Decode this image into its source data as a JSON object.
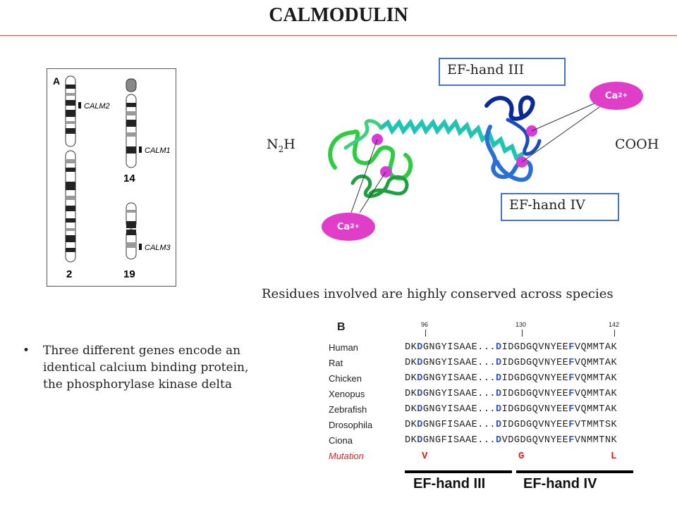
{
  "title": "CALMODULIN",
  "ideogram": {
    "panel_label": "A",
    "genes": [
      "CALM2",
      "CALM1",
      "CALM3"
    ],
    "chromosomes": [
      "2",
      "14",
      "19"
    ]
  },
  "structure": {
    "ef3_label": "EF-hand III",
    "ef4_label": "EF-hand IV",
    "n_term": {
      "main": "N",
      "sub": "2",
      "end": "H"
    },
    "c_term": "COOH",
    "calcium": {
      "symbol": "Ca",
      "charge": "2+"
    }
  },
  "residues_caption": "Residues involved are highly conserved across species",
  "bullet": "Three different genes encode an identical calcium binding protein, the phosphorylase kinase delta",
  "alignment": {
    "panel_label": "B",
    "positions": [
      "96",
      "130",
      "142"
    ],
    "rows": [
      {
        "species": "Human",
        "a": "DK",
        "b": "D",
        "c": "GNGYISAAE...",
        "d": "D",
        "e": "IDGDGQVNYEE",
        "f": "F",
        "g": "VQMMTAK"
      },
      {
        "species": "Rat",
        "a": "DK",
        "b": "D",
        "c": "GNGYISAAE...",
        "d": "D",
        "e": "IDGDGQVNYEE",
        "f": "F",
        "g": "VQMMTAK"
      },
      {
        "species": "Chicken",
        "a": "DK",
        "b": "D",
        "c": "GNGYISAAE...",
        "d": "D",
        "e": "IDGDGQVNYEE",
        "f": "F",
        "g": "VQMMTAK"
      },
      {
        "species": "Xenopus",
        "a": "DK",
        "b": "D",
        "c": "GNGYISAAE...",
        "d": "D",
        "e": "IDGDGQVNYEE",
        "f": "F",
        "g": "VQMMTAK"
      },
      {
        "species": "Zebrafish",
        "a": "DK",
        "b": "D",
        "c": "GNGYISAAE...",
        "d": "D",
        "e": "IDGDGQVNYEE",
        "f": "F",
        "g": "VQMMTAK"
      },
      {
        "species": "Drosophila",
        "a": "DK",
        "b": "D",
        "c": "GNGFISAAE...",
        "d": "D",
        "e": "IDGDGQVNYEE",
        "f": "F",
        "g": "VTMMTSK"
      },
      {
        "species": "Ciona",
        "a": "DK",
        "b": "D",
        "c": "GNGFISAAE...",
        "d": "D",
        "e": "VDGDGQVNYEE",
        "f": "F",
        "g": "VNMMTNK"
      }
    ],
    "mutation_label": "Mutation",
    "mutations": [
      "V",
      "G",
      "L"
    ],
    "ef_labels": [
      "EF-hand III",
      "EF-hand IV"
    ]
  },
  "colors": {
    "highlight": "#2a55c8",
    "mutation": "#e02020",
    "calcium": "#e03ec8",
    "box_border": "#4472c4",
    "title_rule": "#d9534f"
  }
}
